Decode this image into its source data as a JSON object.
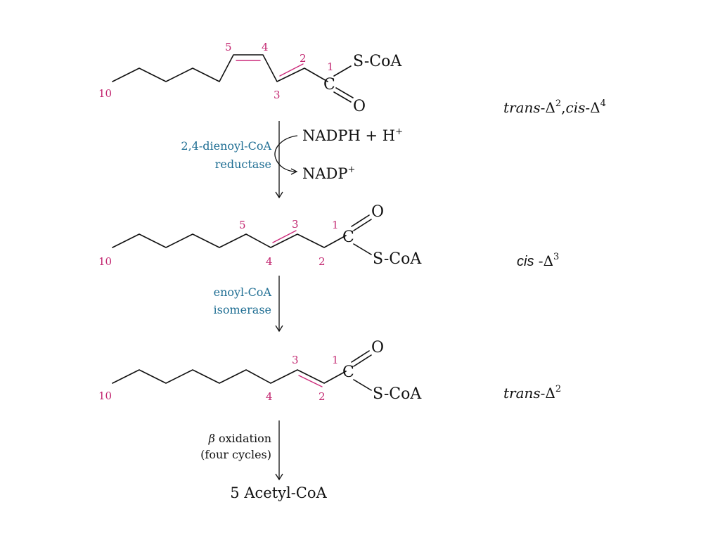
{
  "colors": {
    "numbering": "#c2256f",
    "enzyme": "#1f6e93",
    "double_bond": "#cc2a7a",
    "text": "#111111"
  },
  "molecules": [
    {
      "numbers": {
        "n10": "10",
        "n5": "5",
        "n4": "4",
        "n3": "3",
        "n2": "2",
        "n1": "1"
      },
      "atoms": {
        "carbon": "C",
        "oxygen": "O",
        "thioester": "S-CoA"
      },
      "label": {
        "part1": "trans",
        "part2": "-Δ",
        "sup1": "2",
        "part3": ",",
        "part4": "cis",
        "part5": "-Δ",
        "sup2": "4"
      }
    },
    {
      "numbers": {
        "n10": "10",
        "n5": "5",
        "n4": "4",
        "n3": "3",
        "n2": "2",
        "n1": "1"
      },
      "atoms": {
        "carbon": "C",
        "oxygen": "O",
        "thioester": "S-CoA"
      },
      "label": {
        "part1": "cis",
        "part2": " -Δ",
        "sup1": "3"
      }
    },
    {
      "numbers": {
        "n10": "10",
        "n4": "4",
        "n3": "3",
        "n2": "2",
        "n1": "1"
      },
      "atoms": {
        "carbon": "C",
        "oxygen": "O",
        "thioester": "S-CoA"
      },
      "label": {
        "part1": "trans",
        "part2": "-Δ",
        "sup1": "2"
      }
    }
  ],
  "step1": {
    "enzyme_line1": "2,4-dienoyl-CoA",
    "enzyme_line2": "reductase",
    "cofactor_in": "NADPH + H",
    "cofactor_in_sup": "+",
    "cofactor_out": "NADP",
    "cofactor_out_sup": "+"
  },
  "step2": {
    "enzyme_line1": "enoyl-CoA",
    "enzyme_line2": "isomerase"
  },
  "step3": {
    "beta": "β",
    "line1_rest": " oxidation",
    "line2": "(four cycles)"
  },
  "product": "5 Acetyl-CoA"
}
